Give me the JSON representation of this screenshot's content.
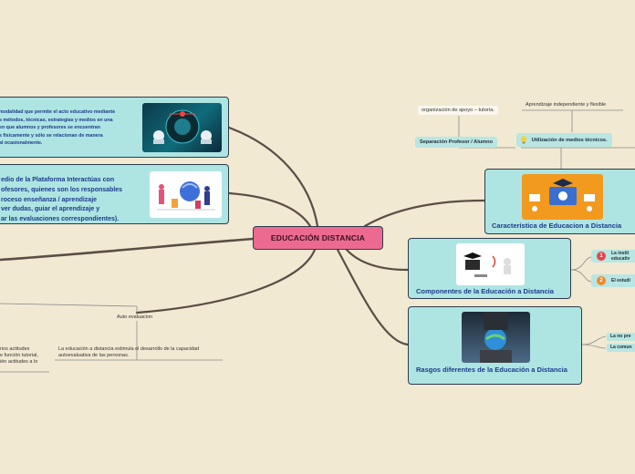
{
  "central": {
    "title": "EDUCACIÓN DISTANCIA"
  },
  "left_cards": {
    "definition": "Modalidad que permite el acto educativo mediante diferentes métodos, técnicas, estrategias y medios en una situación en que alumnos y profesores se encuentran separados físicamente y sólo se relacionan de manera presencial ocasionalmente.",
    "definition_lines": [
      "modalidad que permite el acto educativo mediante",
      "s métodos, técnicas, estrategias y medios en una",
      "en que alumnos y profesores se encuentran",
      "s físicamente y sólo se relacionan de manera",
      "al ocasionalmente."
    ],
    "platform_lines": [
      "edio de la Plataforma  Interactúas con",
      "ofesores, quienes son los responsables",
      "roceso enseñanza / aprendizaje",
      "ver dudas, guiar el aprendizaje y",
      "ar las evaluaciones correspondientes)."
    ]
  },
  "bottom_left": {
    "auto_label": "Auto evaluacion",
    "auto_text_lines": [
      "La educación a distancia estimula el desarrollo de la capacidad",
      "autoevaluativa de las personas."
    ],
    "fragment_lines": [
      "rios actitudes",
      "e función tutorial,",
      "ién actitudes a lo"
    ]
  },
  "right_cards": {
    "caracteristica": "Característica de Educacion a Distancia",
    "componentes": "Componentes de la Educación a Distancia",
    "rasgos": "Rasgos diferentes de la Educación a Distancia"
  },
  "top_right": {
    "organizacion": "organización de apoyo – tutoría.",
    "aprendizaje": "Aprendizaje independiente y flexible",
    "separacion": "Separación Profesor / Alumno",
    "utilizacion": "Utilización de medios técnicos."
  },
  "componentes_items": [
    {
      "num": "1",
      "lines": [
        "La instit",
        "educativ"
      ],
      "color": "#e0474c"
    },
    {
      "num": "2",
      "lines": [
        "El estudi"
      ],
      "color": "#f08a2c"
    }
  ],
  "rasgos_items": [
    "La no pre",
    "La comun"
  ],
  "colors": {
    "background": "#f1e9d2",
    "card": "#aee5e3",
    "central": "#ec6a8f",
    "connector": "#5a4d42"
  }
}
